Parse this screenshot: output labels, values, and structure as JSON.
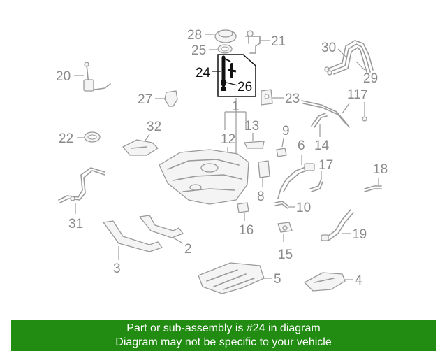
{
  "diagram": {
    "callouts": [
      "1",
      "2",
      "3",
      "4",
      "5",
      "6",
      "7",
      "8",
      "9",
      "10",
      "11",
      "12",
      "13",
      "14",
      "15",
      "16",
      "17",
      "18",
      "19",
      "20",
      "21",
      "22",
      "23",
      "24",
      "25",
      "26",
      "27",
      "28",
      "29",
      "30",
      "31",
      "32"
    ],
    "highlight_part": "24",
    "accent_color": "#228B12"
  },
  "footer": {
    "line1": "Part or sub-assembly is #24 in diagram",
    "line2": "Diagram may not be specific to your vehicle"
  }
}
